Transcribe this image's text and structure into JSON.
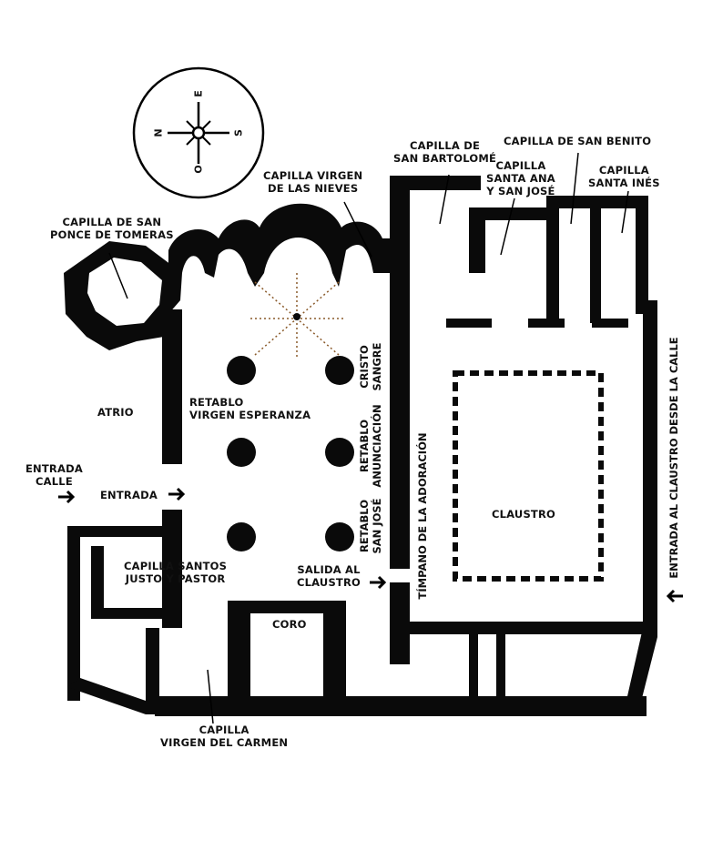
{
  "compass": {
    "north": "N",
    "south": "S",
    "east": "E",
    "west": "O"
  },
  "labels": {
    "capilla_san_ponce": "CAPILLA DE SAN\nPONCE DE TOMERAS",
    "capilla_virgen_nieves": "CAPILLA VIRGEN\nDE LAS NIEVES",
    "capilla_san_bartolome": "CAPILLA DE\nSAN BARTOLOMÉ",
    "capilla_san_benito": "CAPILLA DE SAN BENITO",
    "capilla_santa_ana": "CAPILLA\nSANTA ANA\nY SAN JOSÉ",
    "capilla_santa_ines": "CAPILLA\nSANTA INÉS",
    "atrio": "ATRIO",
    "retablo_esperanza": "RETABLO\nVIRGEN ESPERANZA",
    "cristo_sangre": "CRISTO\nSANGRE",
    "retablo_anunciacion": "Retablo\nANUNCIACIÓN",
    "retablo_san_jose": "Retablo\nSAN JOSÉ",
    "timpano": "TÍMPANO DE LA ADORACIÓN",
    "claustro": "CLAUSTRO",
    "entrada_claustro_calle": "ENTRADA AL CLAUSTRO DESDE LA CALLE",
    "entrada_calle": "ENTRADA\nCALLE",
    "entrada": "ENTRADA",
    "capilla_justo_pastor": "CAPILLA SANTOS\nJUSTO Y PASTOR",
    "salida_claustro": "SALIDA AL\nCLAUSTRO",
    "coro": "CORO",
    "capilla_virgen_carmen": "CAPILLA\nVIRGEN DEL CARMEN"
  },
  "colors": {
    "wall": "#0a0a0a",
    "background": "#ffffff",
    "text": "#111111"
  }
}
